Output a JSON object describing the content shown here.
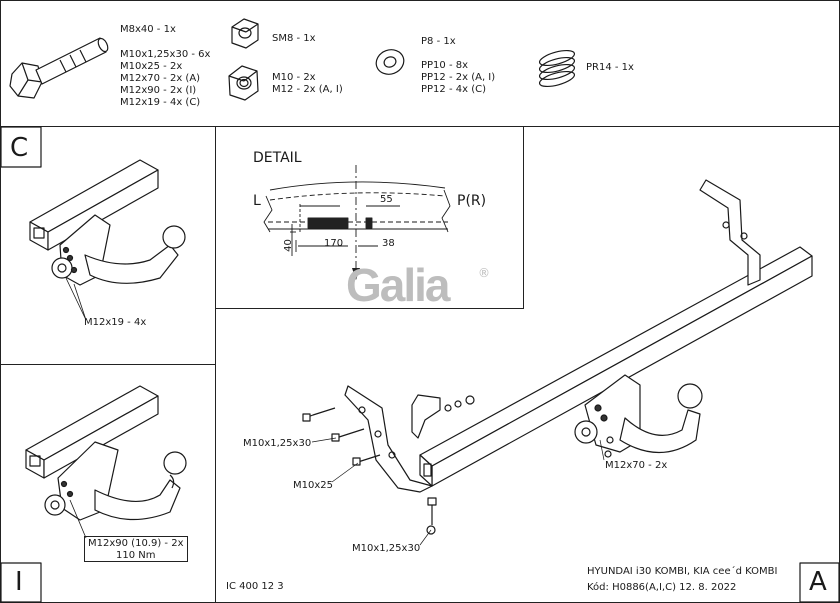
{
  "parts": {
    "bolt_group": [
      "M8x40 - 1x",
      "M10x1,25x30 - 6x",
      "M10x25 - 2x",
      "M12x70 - 2x (A)",
      "M12x90 - 2x (I)",
      "M12x19 - 4x (C)"
    ],
    "nut_sm8": "SM8 - 1x",
    "nut_group": [
      "M10 - 2x",
      "M12 - 2x (A, I)"
    ],
    "washer_group": [
      "P8 - 1x",
      "PP10 - 8x",
      "PP12 - 2x (A, I)",
      "PP12 - 4x (C)"
    ],
    "spring": "PR14 - 1x"
  },
  "panel_c": {
    "letter": "C",
    "callout": "M12x19 - 4x"
  },
  "panel_i": {
    "letter": "I",
    "callout_line1": "M12x90 (10.9) - 2x",
    "callout_line2": "110 Nm"
  },
  "detail": {
    "title": "DETAIL",
    "left_label": "L",
    "right_label": "P(R)",
    "dims": [
      "55",
      "170",
      "38",
      "40"
    ],
    "logo": "Galia",
    "logo_mark": "®"
  },
  "panel_a": {
    "letter": "A",
    "callouts": [
      "M10x1,25x30",
      "M10x25",
      "M10x1,25x30",
      "M12x70 - 2x"
    ]
  },
  "footer": {
    "code": "IC 400 12 3",
    "vehicle": "HYUNDAI i30 KOMBI, KIA cee´d KOMBI",
    "kod": "Kód: H0886(A,I,C)  12. 8. 2022"
  }
}
